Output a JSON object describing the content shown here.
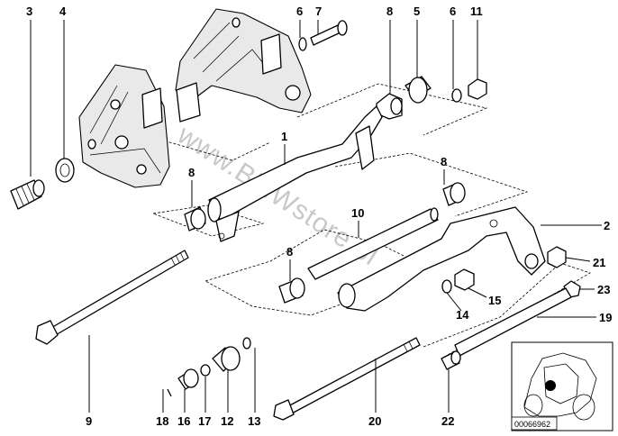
{
  "callouts": [
    "3",
    "4",
    "6",
    "7",
    "8",
    "5",
    "6",
    "11",
    "1",
    "8",
    "8",
    "10",
    "2",
    "21",
    "8",
    "23",
    "15",
    "14",
    "19",
    "9",
    "18",
    "16",
    "17",
    "12",
    "13",
    "20",
    "22"
  ],
  "watermark": "www.BMWstore.pl",
  "reference_number": "00066962",
  "colors": {
    "line": "#000000",
    "watermark": "#c8c8c8",
    "background": "#ffffff"
  }
}
